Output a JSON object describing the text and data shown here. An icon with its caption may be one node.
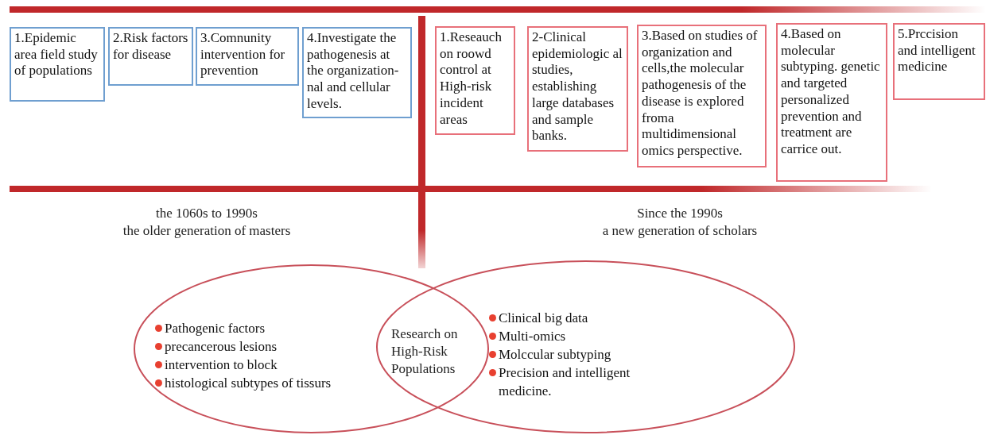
{
  "diagram": {
    "nodes": [
      {
        "text": [
          "1.Epidemic area field study of populations"
        ]
      },
      {
        "text": [
          "2.Risk factors for disease"
        ]
      },
      {
        "text": [
          "3.Comnunity intervention for prevention"
        ]
      },
      {
        "text": [
          "4.Investigate the pathogenesis at the organization-nal and cellular levels."
        ]
      },
      {
        "text": [
          "1.Reseauch on roowd control at High-risk incident areas"
        ]
      },
      {
        "text": [
          "2-Clinical epidemiologic al studies, establishing large databases and sample banks."
        ]
      },
      {
        "text": [
          "3.Based on studies of organization and cells,the molecular pathogenesis of the disease is explored froma multidimensional omics perspective."
        ]
      },
      {
        "text": [
          "4.Based on molecular subtyping. genetic and targeted personalized prevention and treatment are carrice out."
        ]
      },
      {
        "text": [
          "5.Prccision and intelligent medicine"
        ]
      },
      {
        "text": [
          "Pathogenic factors",
          "precancerous lesions",
          "intervention to block",
          "histological subtypes of tissurs"
        ]
      },
      {
        "text": [
          "Clinical big data",
          "Multi-omics",
          "Molccular subtyping",
          "Precision and intelligent medicine."
        ]
      }
    ],
    "edges": [],
    "labels": [
      "the 1060s to 1990s",
      "the older generation of masters",
      "Since the 1990s",
      "a new generation of scholars",
      "Research on High-Risk Populations"
    ]
  }
}
